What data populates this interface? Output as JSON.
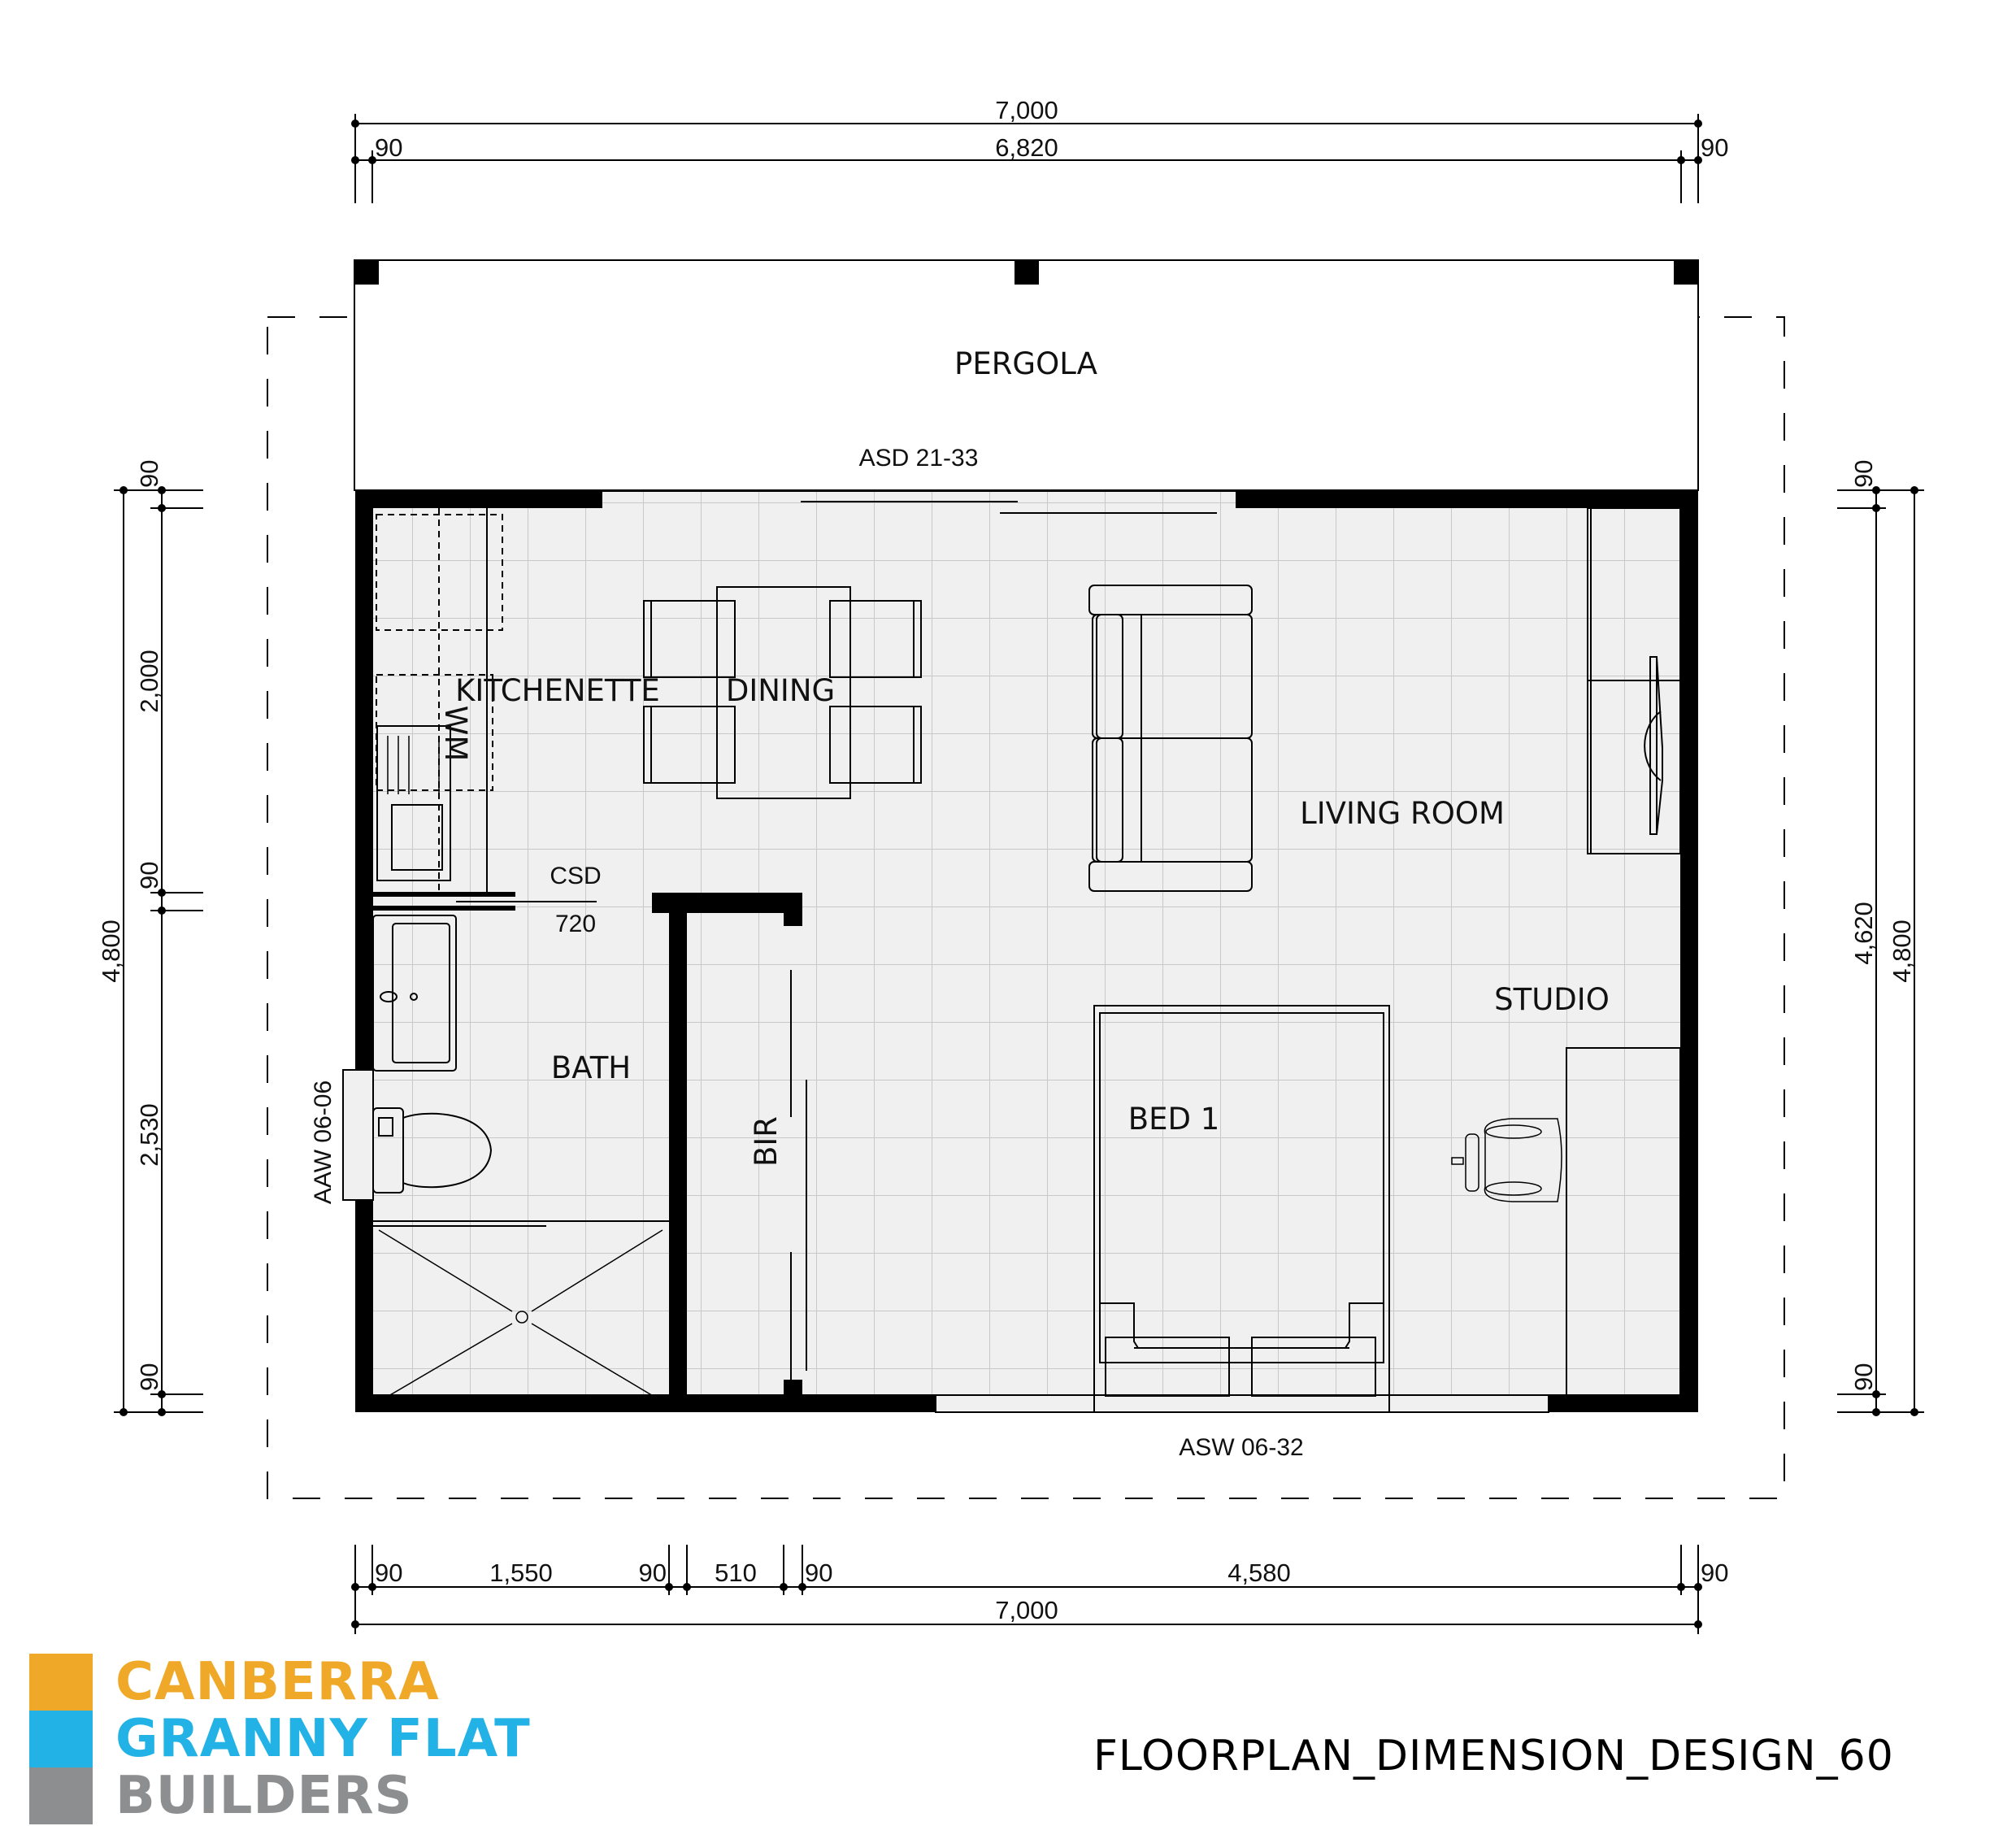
{
  "plan": {
    "title": "FLOORPLAN_DIMENSION_DESIGN_60",
    "units": "mm"
  },
  "rooms": {
    "pergola": "PERGOLA",
    "kitchenette": "KITCHENETTE",
    "dining": "DINING",
    "living": "LIVING ROOM",
    "bath": "BATH",
    "bed": "BED 1",
    "studio": "STUDIO",
    "bir": "BIR",
    "wm": "WM"
  },
  "openings": {
    "asd": "ASD 21-33",
    "asw": "ASW 06-32",
    "aaw": "AAW 06-06",
    "csd": "CSD",
    "csd_width": "720"
  },
  "dimensions": {
    "top": {
      "overall": "7,000",
      "left_wall": "90",
      "internal": "6,820",
      "right_wall": "90"
    },
    "bottom": {
      "segments": [
        "90",
        "1,550",
        "90",
        "510",
        "90",
        "4,580",
        "90"
      ],
      "overall": "7,000"
    },
    "left": {
      "top_wall": "90",
      "upper": "2,000",
      "mid_wall": "90",
      "lower": "2,530",
      "bottom_wall": "90",
      "overall": "4,800"
    },
    "right": {
      "top_wall": "90",
      "internal": "4,620",
      "bottom_wall": "90",
      "overall": "4,800"
    }
  },
  "brand": {
    "line1": "CANBERRA",
    "line2": "GRANNY FLAT",
    "line3": "BUILDERS",
    "color1": "#f0a828",
    "color2": "#22b2e6",
    "color3": "#8c8e90"
  },
  "colors": {
    "wall": "#000000",
    "floor": "#f0f0f0",
    "grid": "#c8c8c8"
  }
}
